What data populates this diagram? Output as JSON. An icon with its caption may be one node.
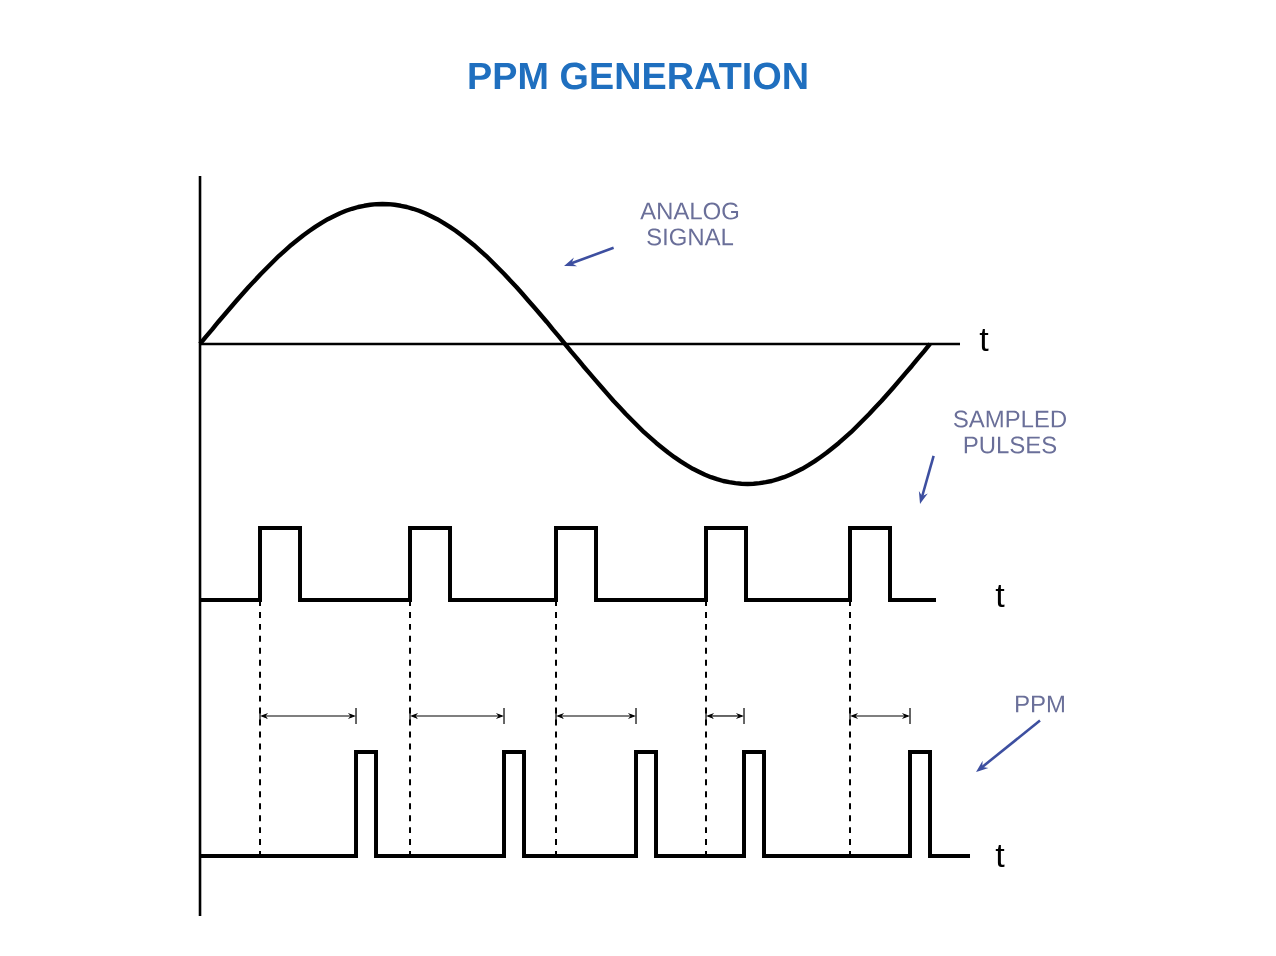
{
  "diagram": {
    "title": "PPM GENERATION",
    "nodes": [
      {
        "text": [
          "ANALOG SIGNAL"
        ]
      },
      {
        "text": [
          "SAMPLED PULSES"
        ]
      },
      {
        "text": [
          "PPM"
        ]
      }
    ],
    "edges": [
      {
        "from": 0,
        "to": null,
        "arrow": "to"
      },
      {
        "from": 1,
        "to": null,
        "arrow": "to"
      },
      {
        "from": 2,
        "to": null,
        "arrow": "to"
      }
    ],
    "labels": [
      "t",
      "t",
      "t"
    ]
  }
}
